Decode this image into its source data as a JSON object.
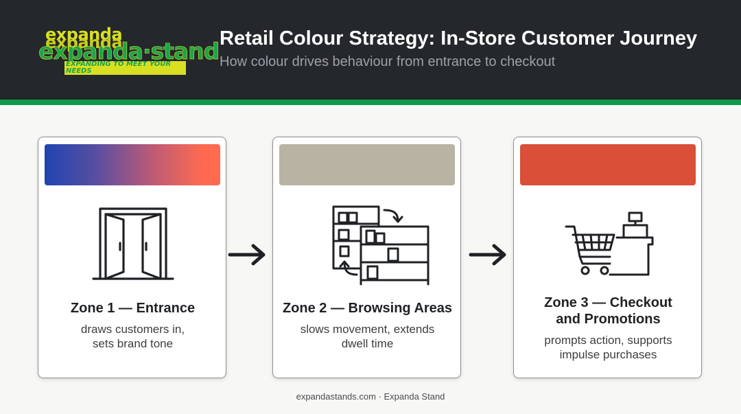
{
  "header": {
    "logo": {
      "line1": "expanda",
      "line2": "expanda",
      "wordmark": "expanda·stand",
      "tagline": "EXPANDING TO MEET YOUR NEEDS"
    },
    "title": "Retail Colour Strategy: In-Store Customer Journey",
    "subtitle": "How colour drives behaviour from entrance to checkout"
  },
  "colors": {
    "header_bg": "#24272b",
    "accent_stripe": "#0e9a4c",
    "zone1_gradient": [
      "#1f44b0",
      "#ff6a50"
    ],
    "zone2": "#b9b3a4",
    "zone3": "#d94f38"
  },
  "zones": [
    {
      "icon": "double-door-icon",
      "title_lines": [
        "Zone 1 — Entrance"
      ],
      "desc_lines": [
        "draws customers in,",
        "sets brand tone"
      ]
    },
    {
      "icon": "shelves-flow-icon",
      "title_lines": [
        "Zone 2 — Browsing Areas"
      ],
      "desc_lines": [
        "slows movement, extends",
        "dwell time"
      ]
    },
    {
      "icon": "cart-checkout-icon",
      "title_lines": [
        "Zone 3 — Checkout",
        "and Promotions"
      ],
      "desc_lines": [
        "prompts action, supports",
        "impulse purchases"
      ]
    }
  ],
  "connectors": [
    "arrow-right-icon",
    "arrow-right-icon"
  ],
  "footer": "expandastands.com · Expanda Stand"
}
